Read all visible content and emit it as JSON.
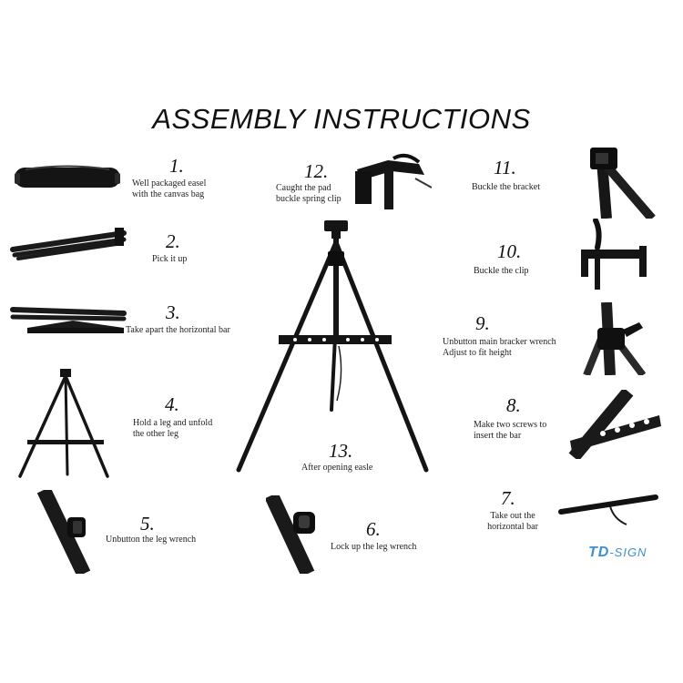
{
  "title": "ASSEMBLY INSTRUCTIONS",
  "steps": [
    {
      "num": "1.",
      "caption": [
        "Well packaged easel",
        "with the canvas bag"
      ]
    },
    {
      "num": "2.",
      "caption": [
        "Pick it up"
      ]
    },
    {
      "num": "3.",
      "caption": [
        "Take apart the horizontal bar"
      ]
    },
    {
      "num": "4.",
      "caption": [
        "Hold a leg and unfold",
        "the other leg"
      ]
    },
    {
      "num": "5.",
      "caption": [
        "Unbutton the leg wrench"
      ]
    },
    {
      "num": "6.",
      "caption": [
        "Lock up the leg wrench"
      ]
    },
    {
      "num": "7.",
      "caption": [
        "Take out the",
        "horizontal bar"
      ]
    },
    {
      "num": "8.",
      "caption": [
        "Make two screws to",
        "insert the bar"
      ]
    },
    {
      "num": "9.",
      "caption": [
        "Unbutton main bracker wrench",
        "Adjust to fit height"
      ]
    },
    {
      "num": "10.",
      "caption": [
        "Buckle the clip"
      ]
    },
    {
      "num": "11.",
      "caption": [
        "Buckle the bracket"
      ]
    },
    {
      "num": "12.",
      "caption": [
        "Caught the pad",
        "buckle spring clip"
      ]
    },
    {
      "num": "13.",
      "caption": [
        "After opening easle"
      ]
    }
  ],
  "logo": {
    "mark": "TD",
    "text": "-SIGN"
  },
  "colors": {
    "ink": "#111111",
    "metal": "#1c1c1c",
    "logo": "#3f8ecf"
  }
}
